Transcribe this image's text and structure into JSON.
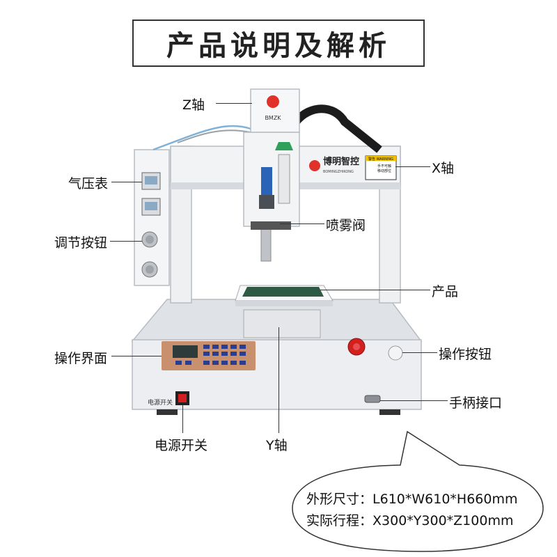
{
  "title": "产品说明及解析",
  "labels": {
    "z_axis": "Z轴",
    "x_axis": "X轴",
    "pressure_gauge": "气压表",
    "adjust_knob": "调节按钮",
    "spray_valve": "喷雾阀",
    "product": "产品",
    "operation_panel": "操作界面",
    "operation_button": "操作按钮",
    "handle_port": "手柄接口",
    "power_switch": "电源开关",
    "y_axis": "Y轴"
  },
  "machine_text": {
    "logo_small": "BMZK",
    "brand_cn": "博明智控",
    "brand_en": "BOMINGZHIKONG",
    "warning_title": "警告 WARNING",
    "warning_line1": "手不可触",
    "warning_line2": "移动部位",
    "power_label": "电源开关"
  },
  "specs": [
    {
      "label": "外形尺寸：",
      "value": "L610*W610*H660mm"
    },
    {
      "label": "实际行程：",
      "value": "X300*Y300*Z100mm"
    }
  ],
  "colors": {
    "machine_body": "#e9ebee",
    "panel_copper": "#c9906e",
    "emergency_red": "#d21f1f",
    "nozzle_green": "#2fa05a",
    "cable_chain": "#1c1c1c"
  }
}
